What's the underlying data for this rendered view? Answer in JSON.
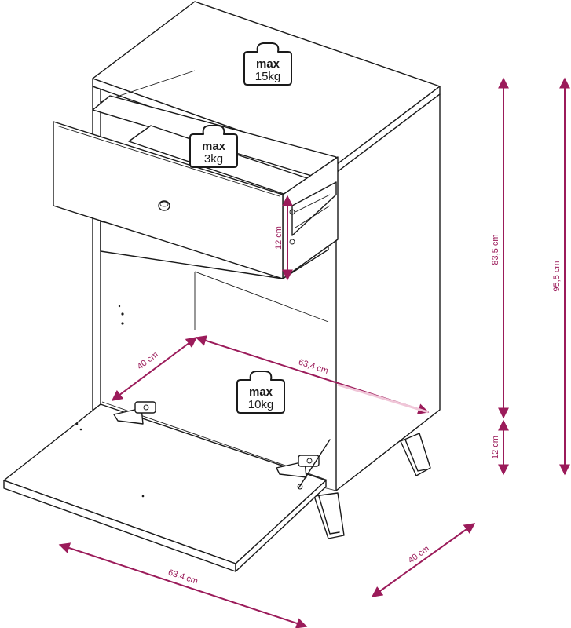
{
  "loads": {
    "top": {
      "label": "max",
      "value": "15kg"
    },
    "drawer": {
      "label": "max",
      "value": "3kg"
    },
    "flap": {
      "label": "max",
      "value": "10kg"
    }
  },
  "dimensions": {
    "drawer_front_height": "12 cm",
    "inner_depth": "40 cm",
    "inner_width": "63,4 cm",
    "body_height": "83,5 cm",
    "leg_height": "12 cm",
    "total_height": "95,5 cm",
    "outer_width": "63,4 cm",
    "outer_depth": "40 cm"
  },
  "colors": {
    "dimension": "#9b1b5a",
    "outline": "#1a1a1a"
  }
}
